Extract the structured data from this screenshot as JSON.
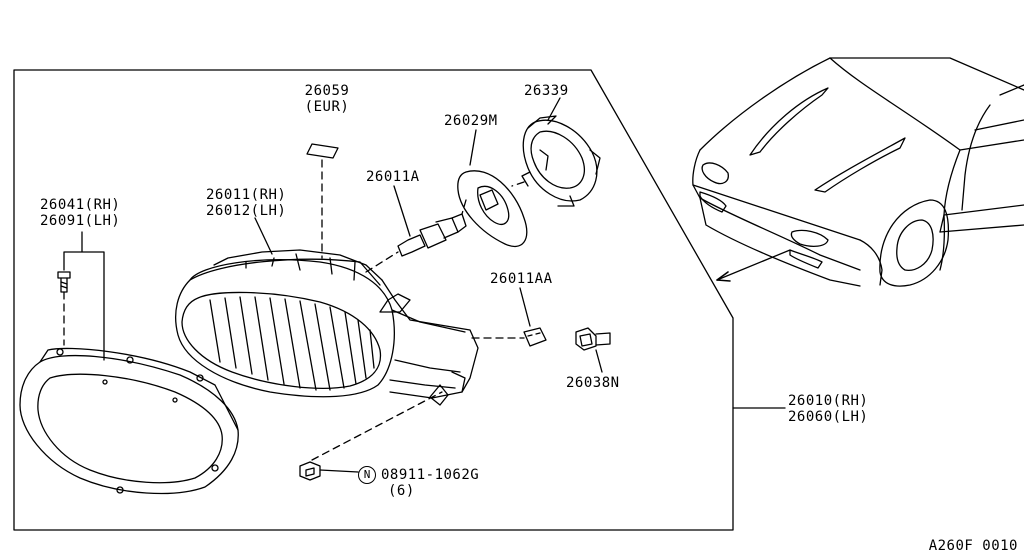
{
  "diagram_code": "A260F 0010",
  "parts": {
    "p26059": {
      "number": "26059",
      "note": "(EUR)"
    },
    "p26339": {
      "number": "26339"
    },
    "p26029M": {
      "number": "26029M"
    },
    "p26011A": {
      "number": "26011A"
    },
    "p26011": {
      "rh": "26011(RH)",
      "lh": "26012(LH)"
    },
    "p26041": {
      "rh": "26041(RH)",
      "lh": "26091(LH)"
    },
    "p26011AA": {
      "number": "26011AA"
    },
    "p26038N": {
      "number": "26038N"
    },
    "p26010": {
      "rh": "26010(RH)",
      "lh": "26060(LH)"
    },
    "p08911": {
      "prefix": "N",
      "number": "08911-1062G",
      "qty": "(6)"
    }
  }
}
